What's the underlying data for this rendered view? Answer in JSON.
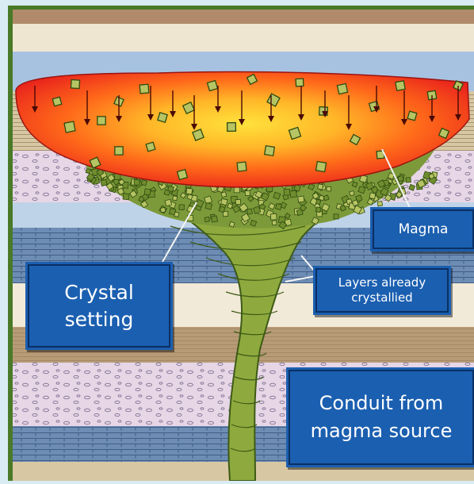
{
  "labels": {
    "crystal": [
      "Crystal",
      "setting"
    ],
    "magma": "Magma",
    "layers": [
      "Layers already",
      "crystallied"
    ],
    "conduit": [
      "Conduit from",
      "magma source"
    ]
  },
  "colors": {
    "frame": "#4a7a28",
    "background": "#d9ecf3",
    "magma_hot": "#ffe23c",
    "magma_mid": "#ff9a1c",
    "magma_edge": "#e8201c",
    "crystal_fill": "#b7c463",
    "crystal_stroke": "#2f4a10",
    "conduit_fill": "#8eaa3e",
    "label_fill": "#1b5fb0"
  }
}
